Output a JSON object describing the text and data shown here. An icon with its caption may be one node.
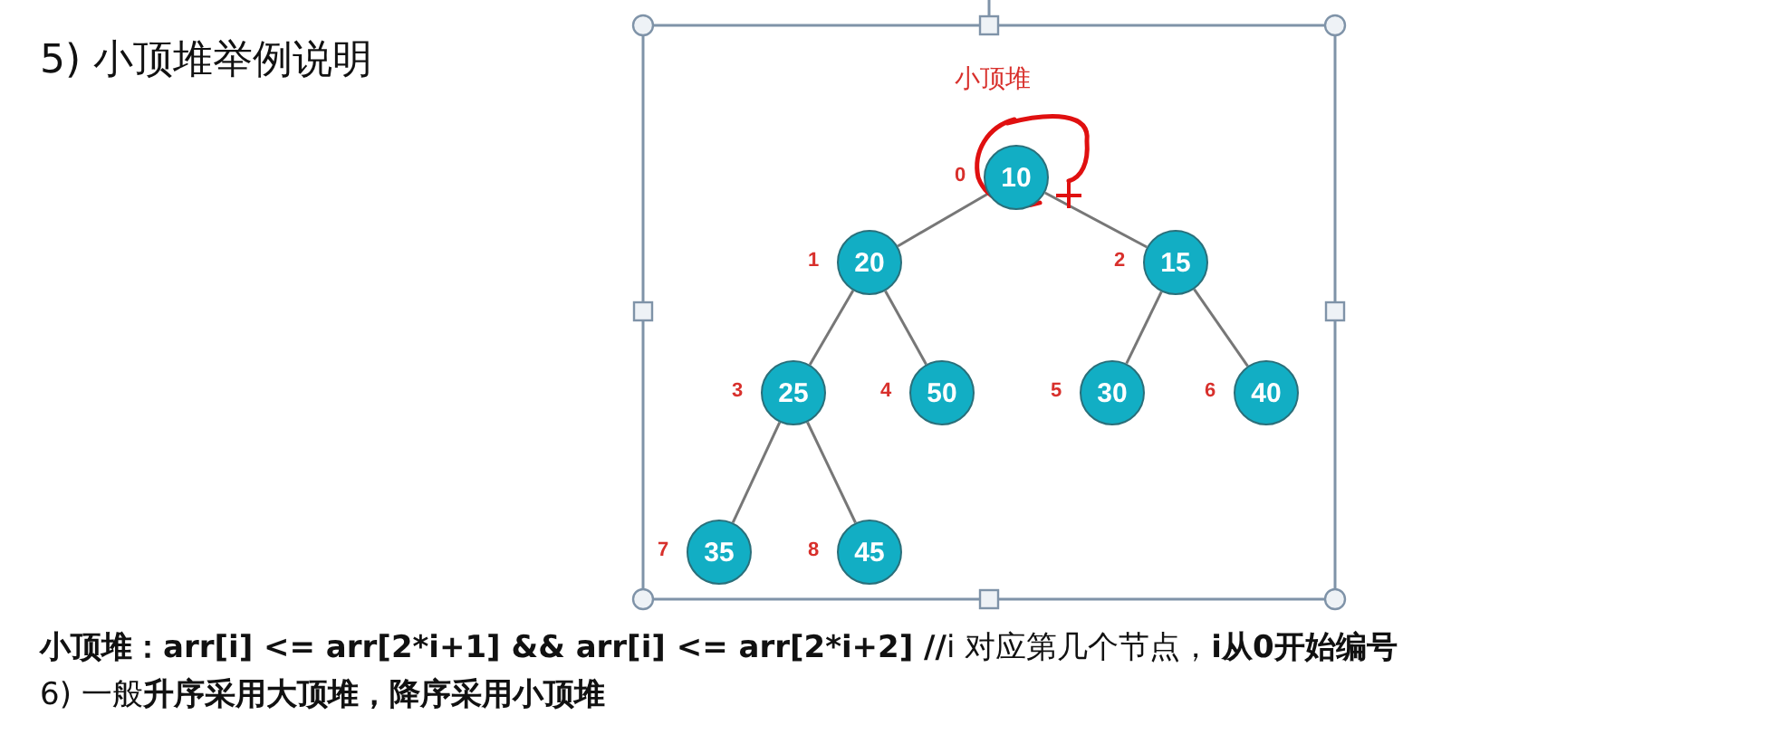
{
  "diagram": {
    "title": "小顶堆",
    "nodes": [
      {
        "text": [
          "10"
        ],
        "beside": [
          "0"
        ]
      },
      {
        "text": [
          "20"
        ],
        "beside": [
          "1"
        ]
      },
      {
        "text": [
          "15"
        ],
        "beside": [
          "2"
        ]
      },
      {
        "text": [
          "25"
        ],
        "beside": [
          "3"
        ]
      },
      {
        "text": [
          "50"
        ],
        "beside": [
          "4"
        ]
      },
      {
        "text": [
          "30"
        ],
        "beside": [
          "5"
        ]
      },
      {
        "text": [
          "40"
        ],
        "beside": [
          "6"
        ]
      },
      {
        "text": [
          "35"
        ],
        "beside": [
          "7"
        ]
      },
      {
        "text": [
          "45"
        ],
        "beside": [
          "8"
        ]
      }
    ],
    "edges": [
      {
        "from": 0,
        "to": 1,
        "arrow": "none"
      },
      {
        "from": 0,
        "to": 2,
        "arrow": "none"
      },
      {
        "from": 1,
        "to": 3,
        "arrow": "none"
      },
      {
        "from": 1,
        "to": 4,
        "arrow": "none"
      },
      {
        "from": 2,
        "to": 5,
        "arrow": "none"
      },
      {
        "from": 2,
        "to": 6,
        "arrow": "none"
      },
      {
        "from": 3,
        "to": 7,
        "arrow": "none"
      },
      {
        "from": 3,
        "to": 8,
        "arrow": "none"
      }
    ],
    "labels": [
      "5)  小顶堆举例说明",
      "**小顶堆：arr[i] <= arr[2*i+1] && arr[i] <= arr[2*i+2] //**i 对应第几个节点，**i从0开始编号**",
      "6)  一般**升序采用大顶堆，降序采用小顶堆**"
    ]
  }
}
